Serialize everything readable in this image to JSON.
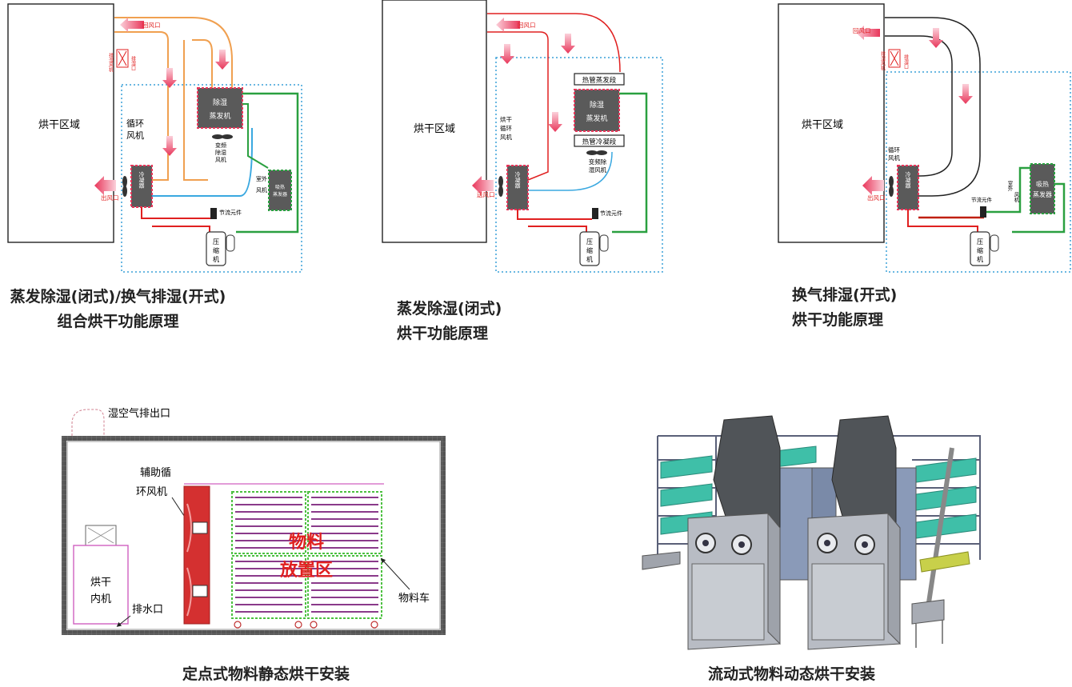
{
  "panel1": {
    "drying_area": "烘干区域",
    "return_air": "回风口",
    "exhaust_fan": "排湿风机",
    "exhaust_port": "排湿口",
    "circ_fan": [
      "循环",
      "风机"
    ],
    "dehumid_evap": [
      "除湿",
      "蒸发机"
    ],
    "vf_fan": [
      "变频",
      "除湿",
      "风机"
    ],
    "outdoor_fan": [
      "室外",
      "风机"
    ],
    "heat_evap": [
      "吸热",
      "蒸发器"
    ],
    "condenser": "冷凝器",
    "outlet": "出风口",
    "throttle": "节流元件",
    "compressor": [
      "压",
      "缩",
      "机"
    ],
    "caption": [
      "蒸发除湿(闭式)/换气排湿(开式)",
      "组合烘干功能原理"
    ]
  },
  "panel2": {
    "drying_area": "烘干区域",
    "return_air": "回风口",
    "heat_pipe_evap": "热管蒸发段",
    "dehumid_evap": [
      "除湿",
      "蒸发机"
    ],
    "heat_pipe_cond": "热管冷凝段",
    "vf_fan": [
      "变频除",
      "湿风机"
    ],
    "circ_fan": [
      "烘干",
      "循环",
      "风机"
    ],
    "condenser": "冷凝器",
    "outlet": "送风口",
    "throttle": "节流元件",
    "compressor": [
      "压",
      "缩",
      "机"
    ],
    "caption": [
      "蒸发除湿(闭式)",
      "烘干功能原理"
    ]
  },
  "panel3": {
    "drying_area": "烘干区域",
    "return_air": "回风口",
    "exhaust_fan": "排湿风机",
    "exhaust_port": "排湿口",
    "circ_fan": [
      "循环",
      "风机"
    ],
    "condenser": "冷凝器",
    "outlet": "出风口",
    "throttle": "节流元件",
    "outdoor_fan": [
      "室外",
      "风机"
    ],
    "heat_evap": [
      "吸热",
      "蒸发器"
    ],
    "compressor": [
      "压",
      "缩",
      "机"
    ],
    "caption": [
      "换气排湿(开式)",
      "烘干功能原理"
    ]
  },
  "panel4": {
    "humid_exhaust": "湿空气排出口",
    "aux_fan": [
      "辅助循",
      "环风机"
    ],
    "material_zone": [
      "物料",
      "放置区"
    ],
    "dryer_unit": [
      "烘干",
      "内机"
    ],
    "drain": "排水口",
    "cart": "物料车",
    "caption": "定点式物料静态烘干安装"
  },
  "panel5": {
    "caption": "流动式物料动态烘干安装"
  },
  "colors": {
    "hot_air": "#e8365a",
    "orange_duct": "#f0a050",
    "blue_duct": "#3aa8e0",
    "refrigerant_hot": "#e02020",
    "refrigerant_cold": "#2aa040",
    "unit_gray": "#5a5a5a",
    "dotted_border": "#3aa0d8",
    "label_red": "#e02020"
  }
}
